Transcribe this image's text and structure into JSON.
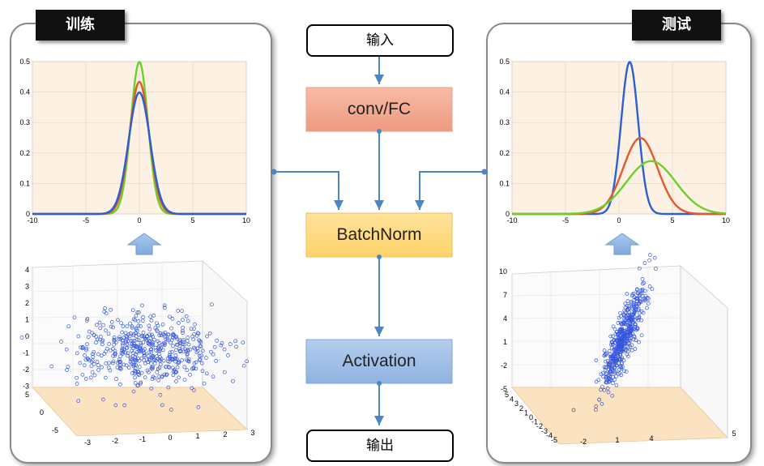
{
  "labels": {
    "train": "训练",
    "test": "测试"
  },
  "flow": {
    "input": "输入",
    "conv": "conv/FC",
    "batchnorm": "BatchNorm",
    "activation": "Activation",
    "output": "输出"
  },
  "colors": {
    "conv_fill": "#f2a38a",
    "bn_fill": "#ffd87a",
    "act_fill": "#9cbde6",
    "line": "#4a86c5",
    "curve_blue": "#2b5fd6",
    "curve_red": "#e05a2b",
    "curve_green": "#6bd12a",
    "chart_bg": "#fdf1e4",
    "scatter": "#3355dd"
  },
  "chart_data": [
    {
      "type": "line",
      "panel": "train-density",
      "xlim": [
        -10,
        10
      ],
      "ylim": [
        0,
        0.5
      ],
      "xticks": [
        -10,
        -5,
        0,
        5,
        10
      ],
      "yticks": [
        0,
        0.1,
        0.2,
        0.3,
        0.4,
        0.5
      ],
      "series": [
        {
          "color": "#6bd12a",
          "mean": 0,
          "sd": 0.8
        },
        {
          "color": "#e05a2b",
          "mean": 0,
          "sd": 0.92
        },
        {
          "color": "#2b5fd6",
          "mean": 0,
          "sd": 1.0
        }
      ]
    },
    {
      "type": "line",
      "panel": "test-density",
      "xlim": [
        -10,
        10
      ],
      "ylim": [
        0,
        0.5
      ],
      "xticks": [
        -10,
        -5,
        0,
        5,
        10
      ],
      "yticks": [
        0,
        0.1,
        0.2,
        0.3,
        0.4,
        0.5
      ],
      "series": [
        {
          "color": "#2b5fd6",
          "mean": 1,
          "sd": 0.8
        },
        {
          "color": "#e05a2b",
          "mean": 2,
          "sd": 1.6
        },
        {
          "color": "#6bd12a",
          "mean": 3,
          "sd": 2.3
        }
      ]
    },
    {
      "type": "scatter",
      "panel": "train-scatter",
      "zticks": [
        4,
        3,
        2,
        1,
        0,
        -1,
        -2,
        -3
      ],
      "xticks": [
        -3,
        -2,
        -1,
        0,
        1,
        2,
        3
      ],
      "yticks": [
        5,
        0,
        -5
      ],
      "n": 520,
      "spread_x": 2.0,
      "spread_y": 1.0,
      "correlation": 0.0
    },
    {
      "type": "scatter",
      "panel": "test-scatter",
      "zticks": [
        10,
        7,
        4,
        1,
        -2,
        -5
      ],
      "xticks": [
        -2,
        1,
        4
      ],
      "yticks": [
        5,
        4,
        3,
        2,
        1,
        0,
        -1,
        -2,
        -3,
        -4,
        -5
      ],
      "xticks_right": [
        5
      ],
      "n": 480,
      "spread_x": 1.0,
      "spread_y": 2.4,
      "correlation": 0.85
    }
  ]
}
